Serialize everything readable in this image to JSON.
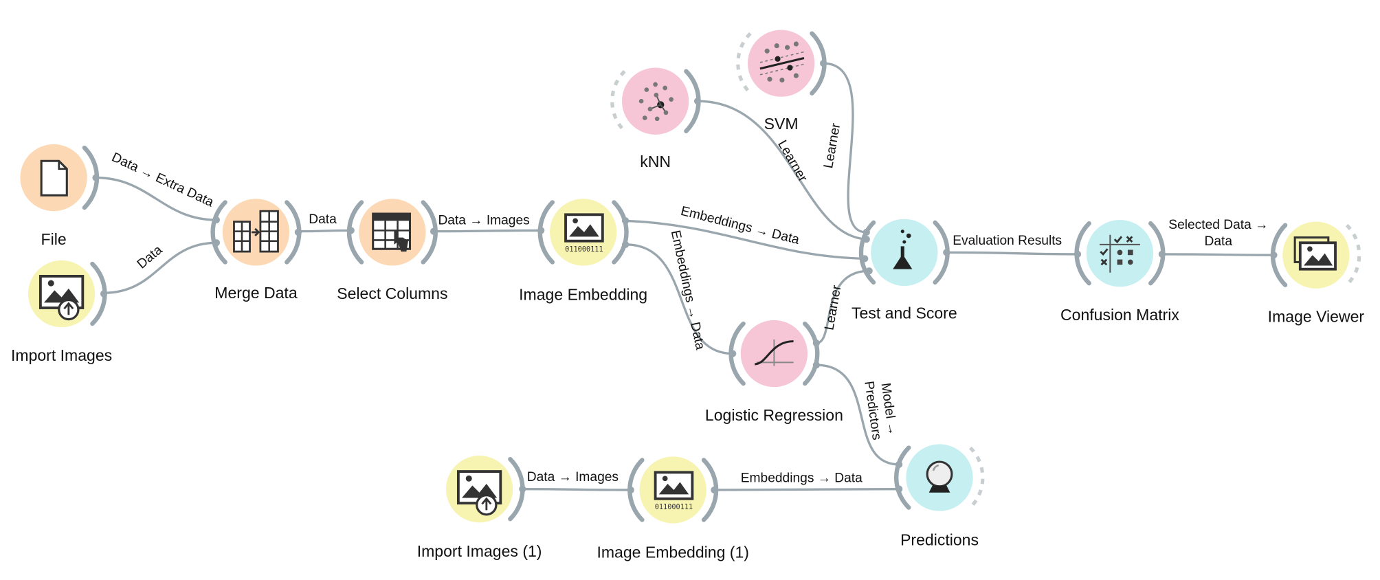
{
  "colors": {
    "data_orange": "#fcd8b4",
    "image_yellow": "#f7f3b1",
    "model_pink": "#f6c6d6",
    "eval_cyan": "#c5eff1",
    "link_gray": "#9aa6ad"
  },
  "nodes": {
    "file": {
      "label": "File",
      "icon": "file-icon"
    },
    "import_images": {
      "label": "Import Images",
      "icon": "import-images-icon"
    },
    "merge_data": {
      "label": "Merge Data",
      "icon": "merge-data-icon"
    },
    "select_columns": {
      "label": "Select Columns",
      "icon": "select-columns-icon"
    },
    "image_embedding": {
      "label": "Image Embedding",
      "icon": "image-embedding-icon",
      "code": "011000111"
    },
    "knn": {
      "label": "kNN",
      "icon": "knn-icon"
    },
    "svm": {
      "label": "SVM",
      "icon": "svm-icon"
    },
    "test_and_score": {
      "label": "Test and Score",
      "icon": "flask-icon"
    },
    "logistic_regression": {
      "label": "Logistic Regression",
      "icon": "sigmoid-icon"
    },
    "confusion_matrix": {
      "label": "Confusion Matrix",
      "icon": "confusion-matrix-icon"
    },
    "image_viewer": {
      "label": "Image Viewer",
      "icon": "image-viewer-icon"
    },
    "import_images_1": {
      "label": "Import Images (1)",
      "icon": "import-images-icon"
    },
    "image_embedding_1": {
      "label": "Image Embedding (1)",
      "icon": "image-embedding-icon",
      "code": "011000111"
    },
    "predictions": {
      "label": "Predictions",
      "icon": "crystal-ball-icon"
    }
  },
  "links": {
    "file_merge": "Data → Extra Data",
    "import_merge": "Data",
    "merge_select": "Data",
    "select_embed": "Data → Images",
    "embed_test": "Embeddings → Data",
    "embed_logreg": "Embeddings → Data",
    "knn_test": "Learner",
    "svm_test": "Learner",
    "logreg_test": "Learner",
    "test_confusion": "Evaluation Results",
    "confusion_viewer_1": "Selected Data →",
    "confusion_viewer_2": "Data",
    "logreg_pred_1": "Model →",
    "logreg_pred_2": "Predictors",
    "import1_embed1": "Data → Images",
    "embed1_pred": "Embeddings → Data"
  }
}
